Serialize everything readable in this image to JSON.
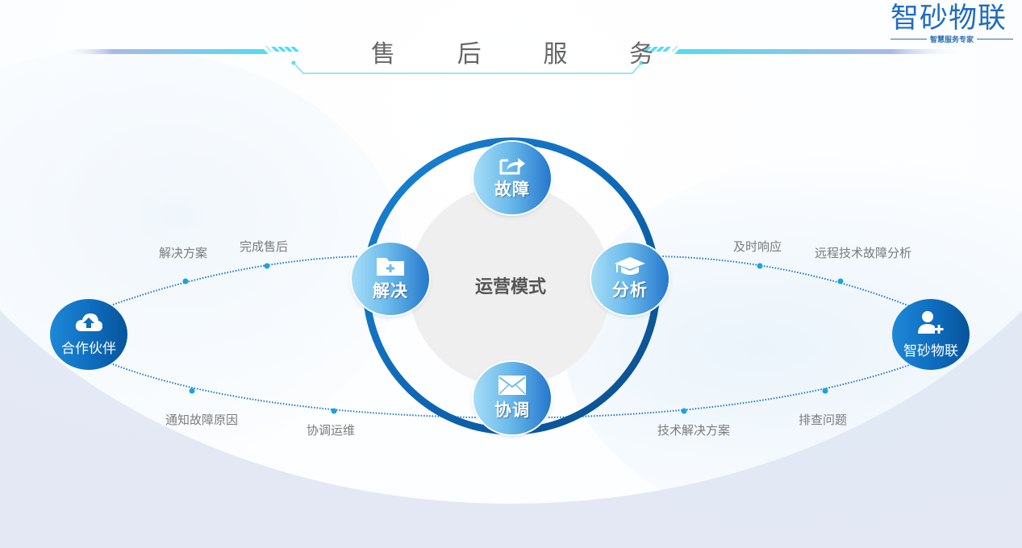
{
  "header": {
    "title_chars": [
      "售",
      "后",
      "服",
      "务"
    ],
    "title": "售后服务"
  },
  "logo": {
    "name": "智砂物联",
    "tagline": "智慧服务专家",
    "color": "#1f6cc0"
  },
  "diagram": {
    "center_label": "运营模式",
    "cycle_nodes": [
      {
        "id": "fault",
        "label": "故障",
        "icon": "share-arrow-icon"
      },
      {
        "id": "analysis",
        "label": "分析",
        "icon": "graduation-cap-icon"
      },
      {
        "id": "coordinate",
        "label": "协调",
        "icon": "envelope-icon"
      },
      {
        "id": "resolve",
        "label": "解决",
        "icon": "folder-plus-icon"
      }
    ],
    "side_nodes": {
      "left": {
        "label": "合作伙伴",
        "icon": "cloud-upload-icon"
      },
      "right": {
        "label": "智砂物联",
        "icon": "add-user-icon"
      }
    },
    "path_labels": {
      "upper_left": [
        "解决方案",
        "完成售后"
      ],
      "lower_left": [
        "通知故障原因",
        "协调运维"
      ],
      "upper_right": [
        "及时响应",
        "远程技术故障分析"
      ],
      "lower_right": [
        "技术解决方案",
        "排查问题"
      ]
    },
    "colors": {
      "ring_light": "#1a85d6",
      "ring_dark": "#0b4c87",
      "node_light": "#a6ddf6",
      "node_dark": "#2578cc",
      "side_node": "#0e6cbd",
      "dot": "#1aa3e0",
      "center_fill": "#f0f0f0"
    }
  }
}
